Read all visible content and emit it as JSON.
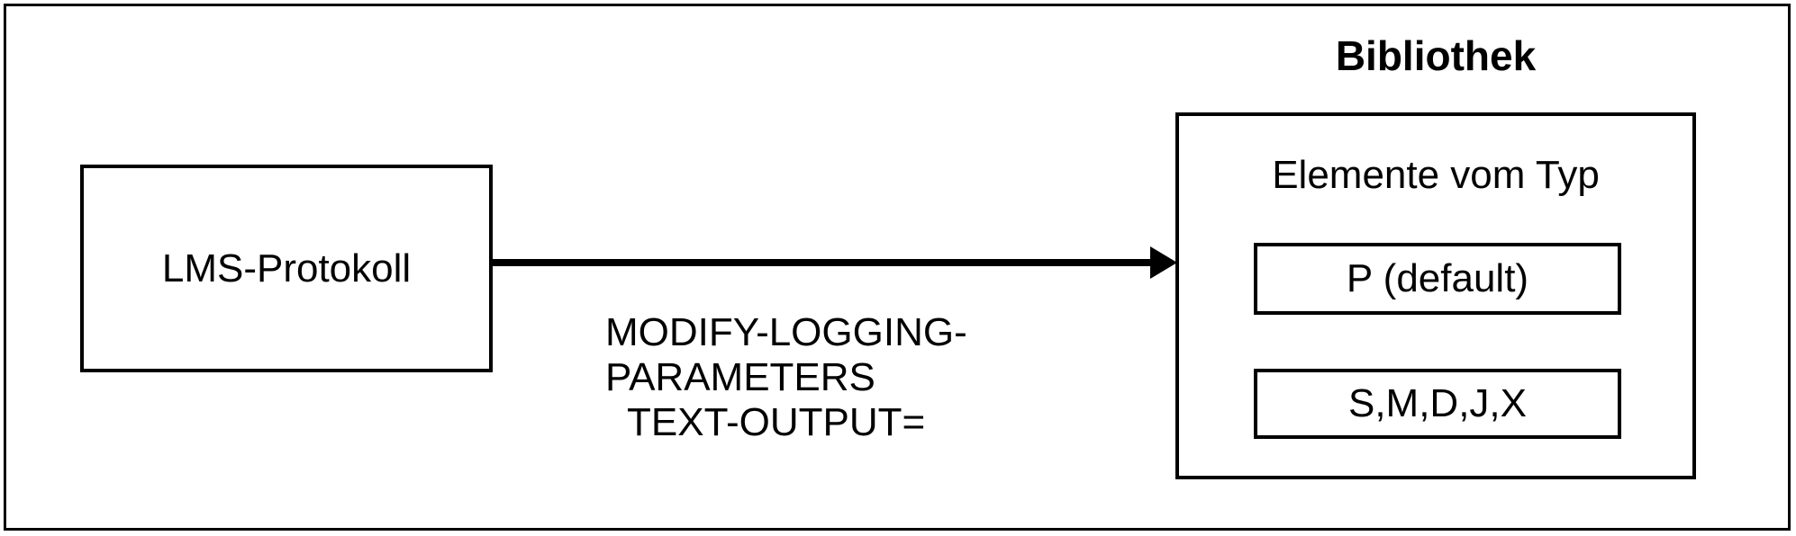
{
  "diagram": {
    "source_box": {
      "label": "LMS-Protokoll"
    },
    "arrow": {
      "label_line1": "MODIFY-LOGGING-",
      "label_line2": "PARAMETERS",
      "label_line3": "TEXT-OUTPUT="
    },
    "library": {
      "title": "Bibliothek",
      "subtitle": "Elemente vom Typ",
      "element_types": [
        {
          "label": "P (default)"
        },
        {
          "label": "S,M,D,J,X"
        }
      ]
    },
    "colors": {
      "line": "#000000",
      "background": "#ffffff"
    }
  }
}
